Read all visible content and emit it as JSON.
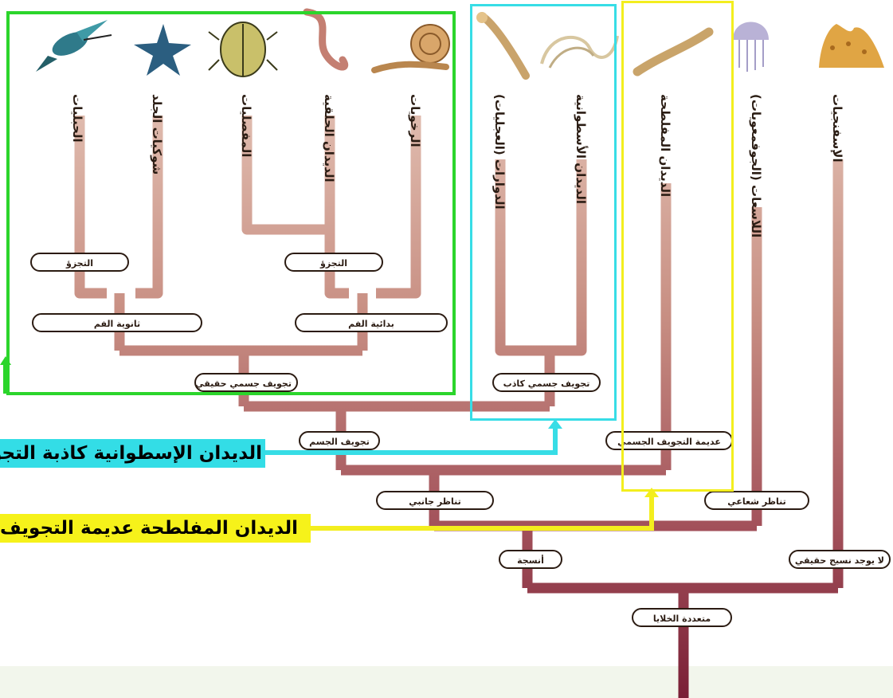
{
  "organisms": [
    {
      "id": "birds",
      "label": "الحبليات",
      "icon": "hummingbird-icon"
    },
    {
      "id": "echinoderms",
      "label": "شوكيات الجلد",
      "icon": "starfish-icon"
    },
    {
      "id": "arthropods",
      "label": "المفصليات",
      "icon": "beetle-icon"
    },
    {
      "id": "annelids",
      "label": "الديدان الحلقية",
      "icon": "earthworm-icon"
    },
    {
      "id": "mollusks",
      "label": "الرخويات",
      "icon": "snail-icon"
    },
    {
      "id": "rotifers",
      "label": "الدوارات (العجليات)",
      "icon": "rotifer-icon"
    },
    {
      "id": "roundworms",
      "label": "الديدان الأسطوانية",
      "icon": "roundworm-icon"
    },
    {
      "id": "flatworms",
      "label": "الديدان المفلطحة",
      "icon": "flatworm-icon"
    },
    {
      "id": "cnidarians",
      "label": "اللاسعات (الجوفمعويات)",
      "icon": "jellyfish-icon"
    },
    {
      "id": "sponges",
      "label": "الإسفنجيات",
      "icon": "sponge-icon"
    }
  ],
  "nodes": {
    "segmentation_left": "التجزؤ",
    "segmentation_right": "التجزؤ",
    "deuterostome": "ثانوية الفم",
    "protostome": "بدائية الفم",
    "true_coelom": "تجويف جسمي حقيقي",
    "pseudocoelom": "تجويف جسمي كاذب",
    "coelom": "تجويف الجسم",
    "acoelom": "عديمة التجويف الجسمي",
    "bilateral": "تناظر جانبي",
    "radial": "تناظر شعاعي",
    "tissues": "أنسجة",
    "no_true_tissue": "لا يوجد نسيج حقيقي",
    "multicellular": "متعددة الخلايا"
  },
  "callouts": {
    "roundworms": "الديدان الإسطوانية كاذبة التجويف",
    "flatworms": "الديدان المفلطحة عديمة التجويف"
  },
  "colors": {
    "green_frame": "#2bd52b",
    "cyan_frame": "#37dde6",
    "yellow_frame": "#f3ee1e",
    "branch_light": "#e7c2b2",
    "branch_dark": "#7e2e3c"
  }
}
